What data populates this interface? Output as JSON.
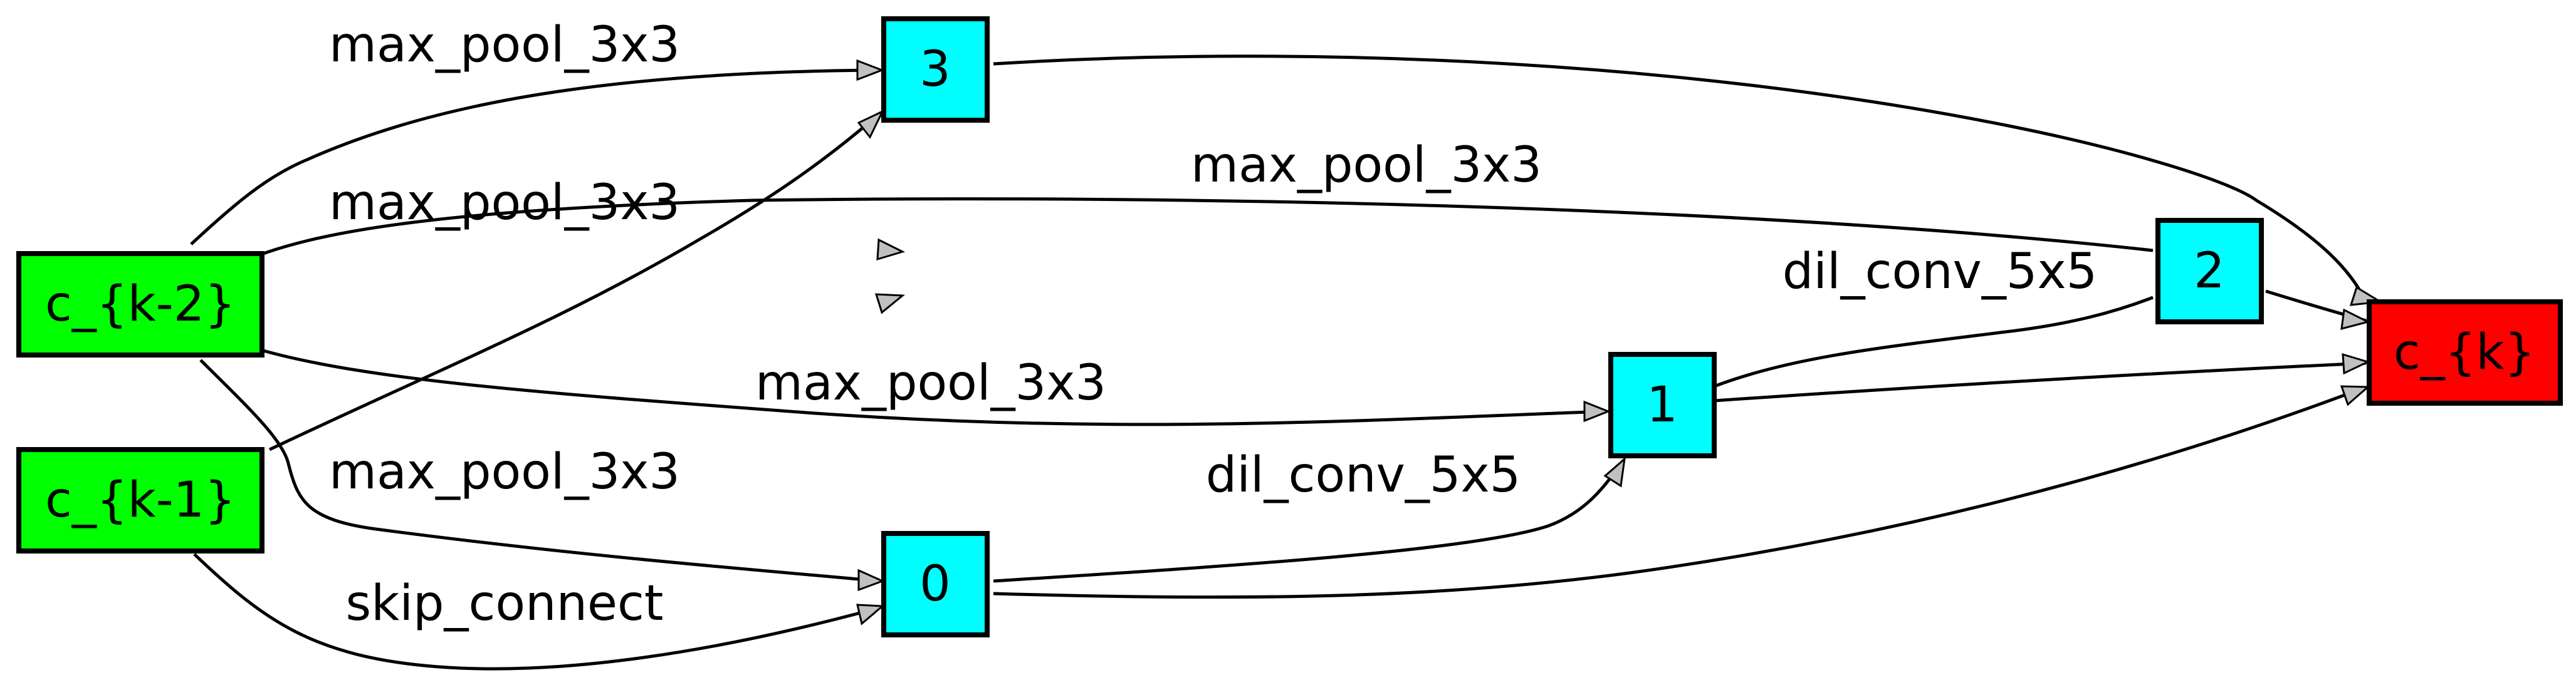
{
  "nodes": {
    "ck2": {
      "label": "c_{k-2}",
      "color": "#00ff00"
    },
    "ck1": {
      "label": "c_{k-1}",
      "color": "#00ff00"
    },
    "n0": {
      "label": "0",
      "color": "#00ffff"
    },
    "n1": {
      "label": "1",
      "color": "#00ffff"
    },
    "n2": {
      "label": "2",
      "color": "#00ffff"
    },
    "n3": {
      "label": "3",
      "color": "#00ffff"
    },
    "ck": {
      "label": "c_{k}",
      "color": "#ff0000"
    }
  },
  "edges": [
    {
      "from": "c_{k-2}",
      "to": "3",
      "label": "max_pool_3x3"
    },
    {
      "from": "c_{k-2}",
      "to": "2",
      "label": "max_pool_3x3"
    },
    {
      "from": "c_{k-2}",
      "to": "1",
      "label": "max_pool_3x3"
    },
    {
      "from": "c_{k-2}",
      "to": "0",
      "label": "max_pool_3x3"
    },
    {
      "from": "c_{k-1}",
      "to": "3",
      "label": ""
    },
    {
      "from": "c_{k-1}",
      "to": "0",
      "label": "skip_connect"
    },
    {
      "from": "0",
      "to": "1",
      "label": "dil_conv_5x5"
    },
    {
      "from": "1",
      "to": "2",
      "label": "dil_conv_5x5"
    },
    {
      "from": "0",
      "to": "c_{k}",
      "label": ""
    },
    {
      "from": "1",
      "to": "c_{k}",
      "label": ""
    },
    {
      "from": "2",
      "to": "c_{k}",
      "label": ""
    },
    {
      "from": "3",
      "to": "c_{k}",
      "label": ""
    }
  ],
  "arrowhead_color": "#c0c0c0"
}
